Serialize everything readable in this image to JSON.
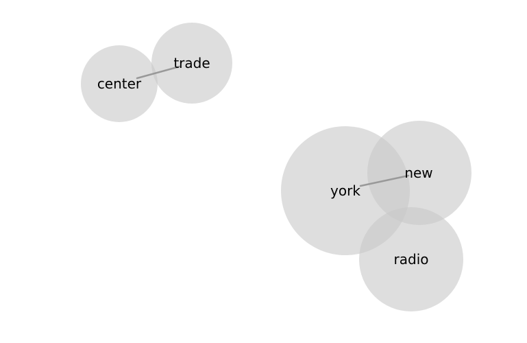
{
  "diagram": {
    "nodes": [
      {
        "id": "center",
        "label": "center"
      },
      {
        "id": "trade",
        "label": "trade"
      },
      {
        "id": "york",
        "label": "york"
      },
      {
        "id": "new",
        "label": "new"
      },
      {
        "id": "radio",
        "label": "radio"
      }
    ],
    "edges": [
      {
        "from": "center",
        "to": "trade"
      },
      {
        "from": "york",
        "to": "new"
      }
    ],
    "colors": {
      "node_fill": "#c8c8c8",
      "edge": "#999999",
      "label": "#000000"
    }
  }
}
